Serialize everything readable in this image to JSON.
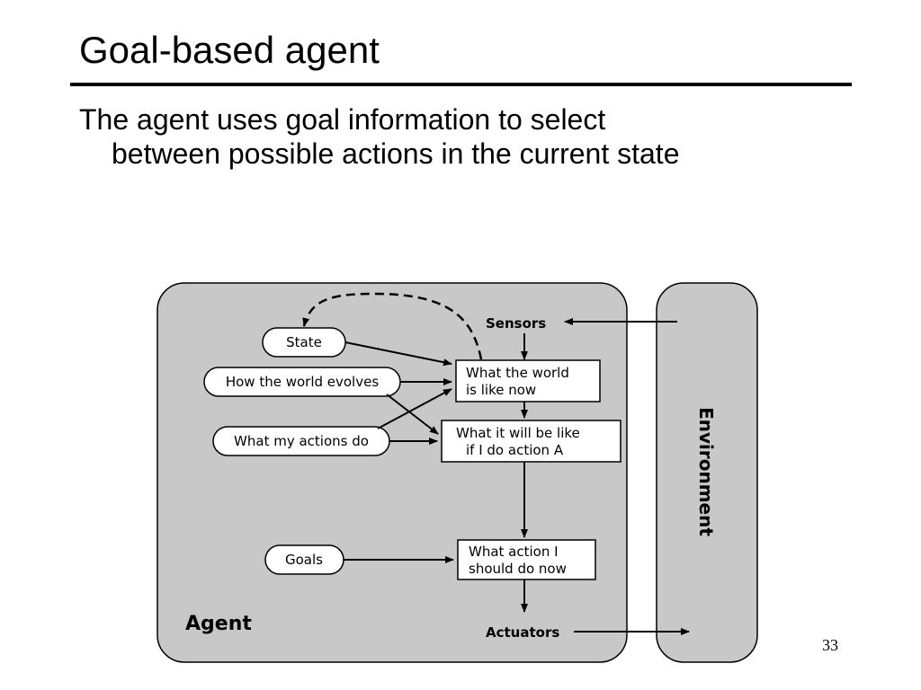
{
  "slide": {
    "title": "Goal-based agent",
    "body_line1": "The agent uses goal information to select",
    "body_line2": "between possible actions in the current state",
    "page_number": "33"
  },
  "diagram": {
    "colors": {
      "panel_fill": "#c8c8c8",
      "stroke": "#000000",
      "box_fill": "#ffffff"
    },
    "agent_label": "Agent",
    "environment_label": "Environment",
    "sensors_label": "Sensors",
    "actuators_label": "Actuators",
    "ovals": {
      "state": "State",
      "world_evolves": "How the world evolves",
      "actions_do": "What my actions do",
      "goals": "Goals"
    },
    "boxes": {
      "world_now": [
        "What the world",
        "is like now"
      ],
      "will_be_like": [
        "What it will be like",
        "if I do action A"
      ],
      "action_now": [
        "What action I",
        "should do now"
      ]
    }
  }
}
